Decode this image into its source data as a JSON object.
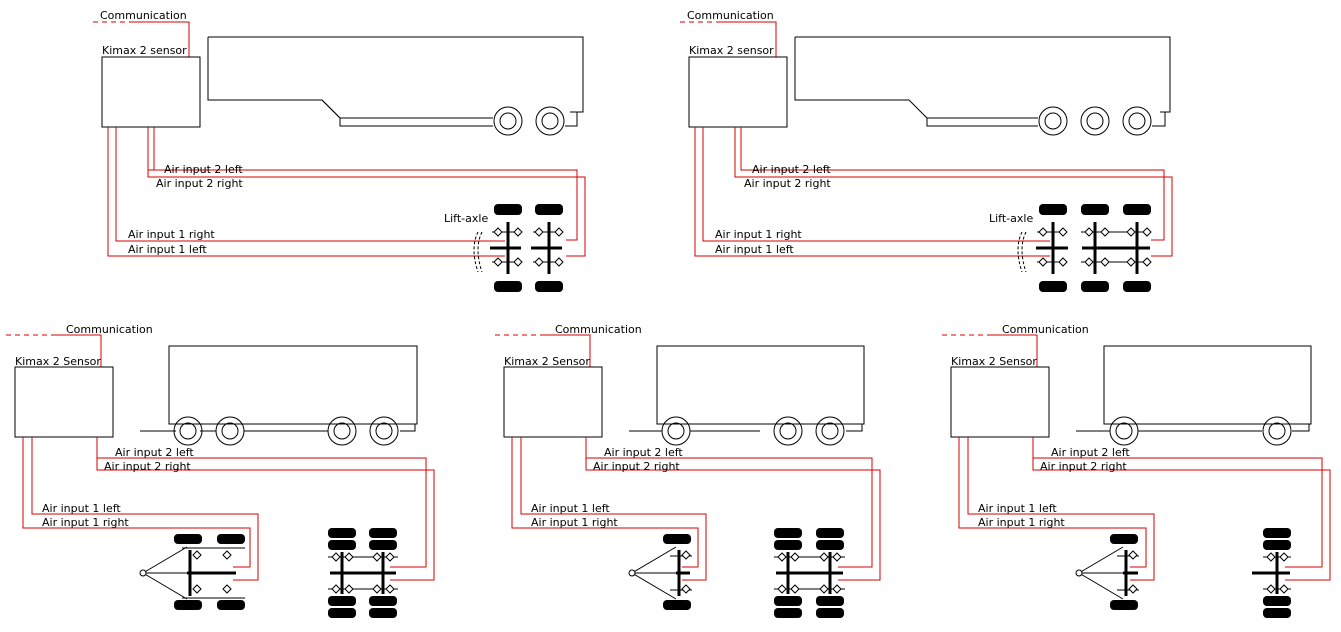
{
  "colors": {
    "wire": "#d40000",
    "outline": "#000000",
    "background": "#ffffff"
  },
  "diagrams": [
    {
      "id": "semi-2-axle",
      "communication": "Communication",
      "sensor": "Kimax 2 sensor",
      "labels": [
        "Air input 2 left",
        "Air input 2 right",
        "Air input 1 right",
        "Air input 1 left"
      ],
      "lift_axle": "Lift-axle"
    },
    {
      "id": "semi-3-axle",
      "communication": "Communication",
      "sensor": "Kimax 2 sensor",
      "labels": [
        "Air input 2 left",
        "Air input 2 right",
        "Air input 1 right",
        "Air input 1 left"
      ],
      "lift_axle": "Lift-axle"
    },
    {
      "id": "drawbar-4-axle",
      "communication": "Communication",
      "sensor": "Kimax 2 Sensor",
      "labels": [
        "Air input 2 left",
        "Air input 2 right",
        "Air input 1 left",
        "Air input 1 right"
      ]
    },
    {
      "id": "drawbar-3-axle",
      "communication": "Communication",
      "sensor": "Kimax 2 Sensor",
      "labels": [
        "Air input 2 left",
        "Air input 2 right",
        "Air input 1 left",
        "Air input 1 right"
      ]
    },
    {
      "id": "drawbar-2-axle",
      "communication": "Communication",
      "sensor": "Kimax 2 Sensor",
      "labels": [
        "Air input 2 left",
        "Air input 2 right",
        "Air input 1 left",
        "Air input 1 right"
      ]
    }
  ]
}
